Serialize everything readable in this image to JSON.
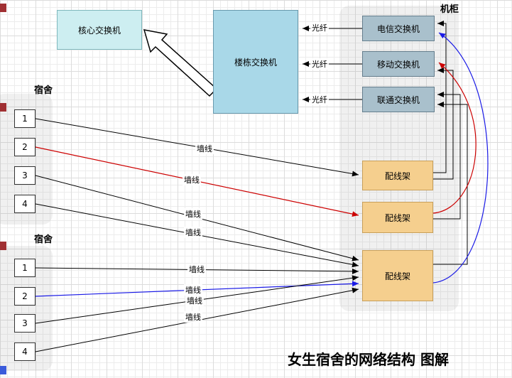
{
  "title": "女生宿舍的网络结构 图解",
  "labels": {
    "cabinet": "机柜",
    "dorm": "宿舍",
    "fiber": "光纤",
    "wall": "墙线"
  },
  "nodes": {
    "core_switch": "核心交换机",
    "building_switch": "楼栋交换机",
    "telecom_switch": "电信交换机",
    "mobile_switch": "移动交换机",
    "unicom_switch": "联通交换机",
    "patch_panel": "配线架"
  },
  "rooms": [
    "1",
    "2",
    "3",
    "4"
  ],
  "colors": {
    "highlight_red": "#cc0000",
    "highlight_blue": "#1a1ae6",
    "line": "#000000",
    "core_fill": "#cdeef1",
    "core_border": "#7fb8bd",
    "building_fill": "#a9d8e8",
    "building_border": "#6899ad",
    "isp_fill": "#a9c0cc",
    "isp_border": "#647d8c",
    "patch_fill": "#f5cf8e",
    "patch_border": "#c79f5a",
    "edge_marker_red": "#a03033",
    "edge_marker_blue": "#3b5bdb"
  }
}
